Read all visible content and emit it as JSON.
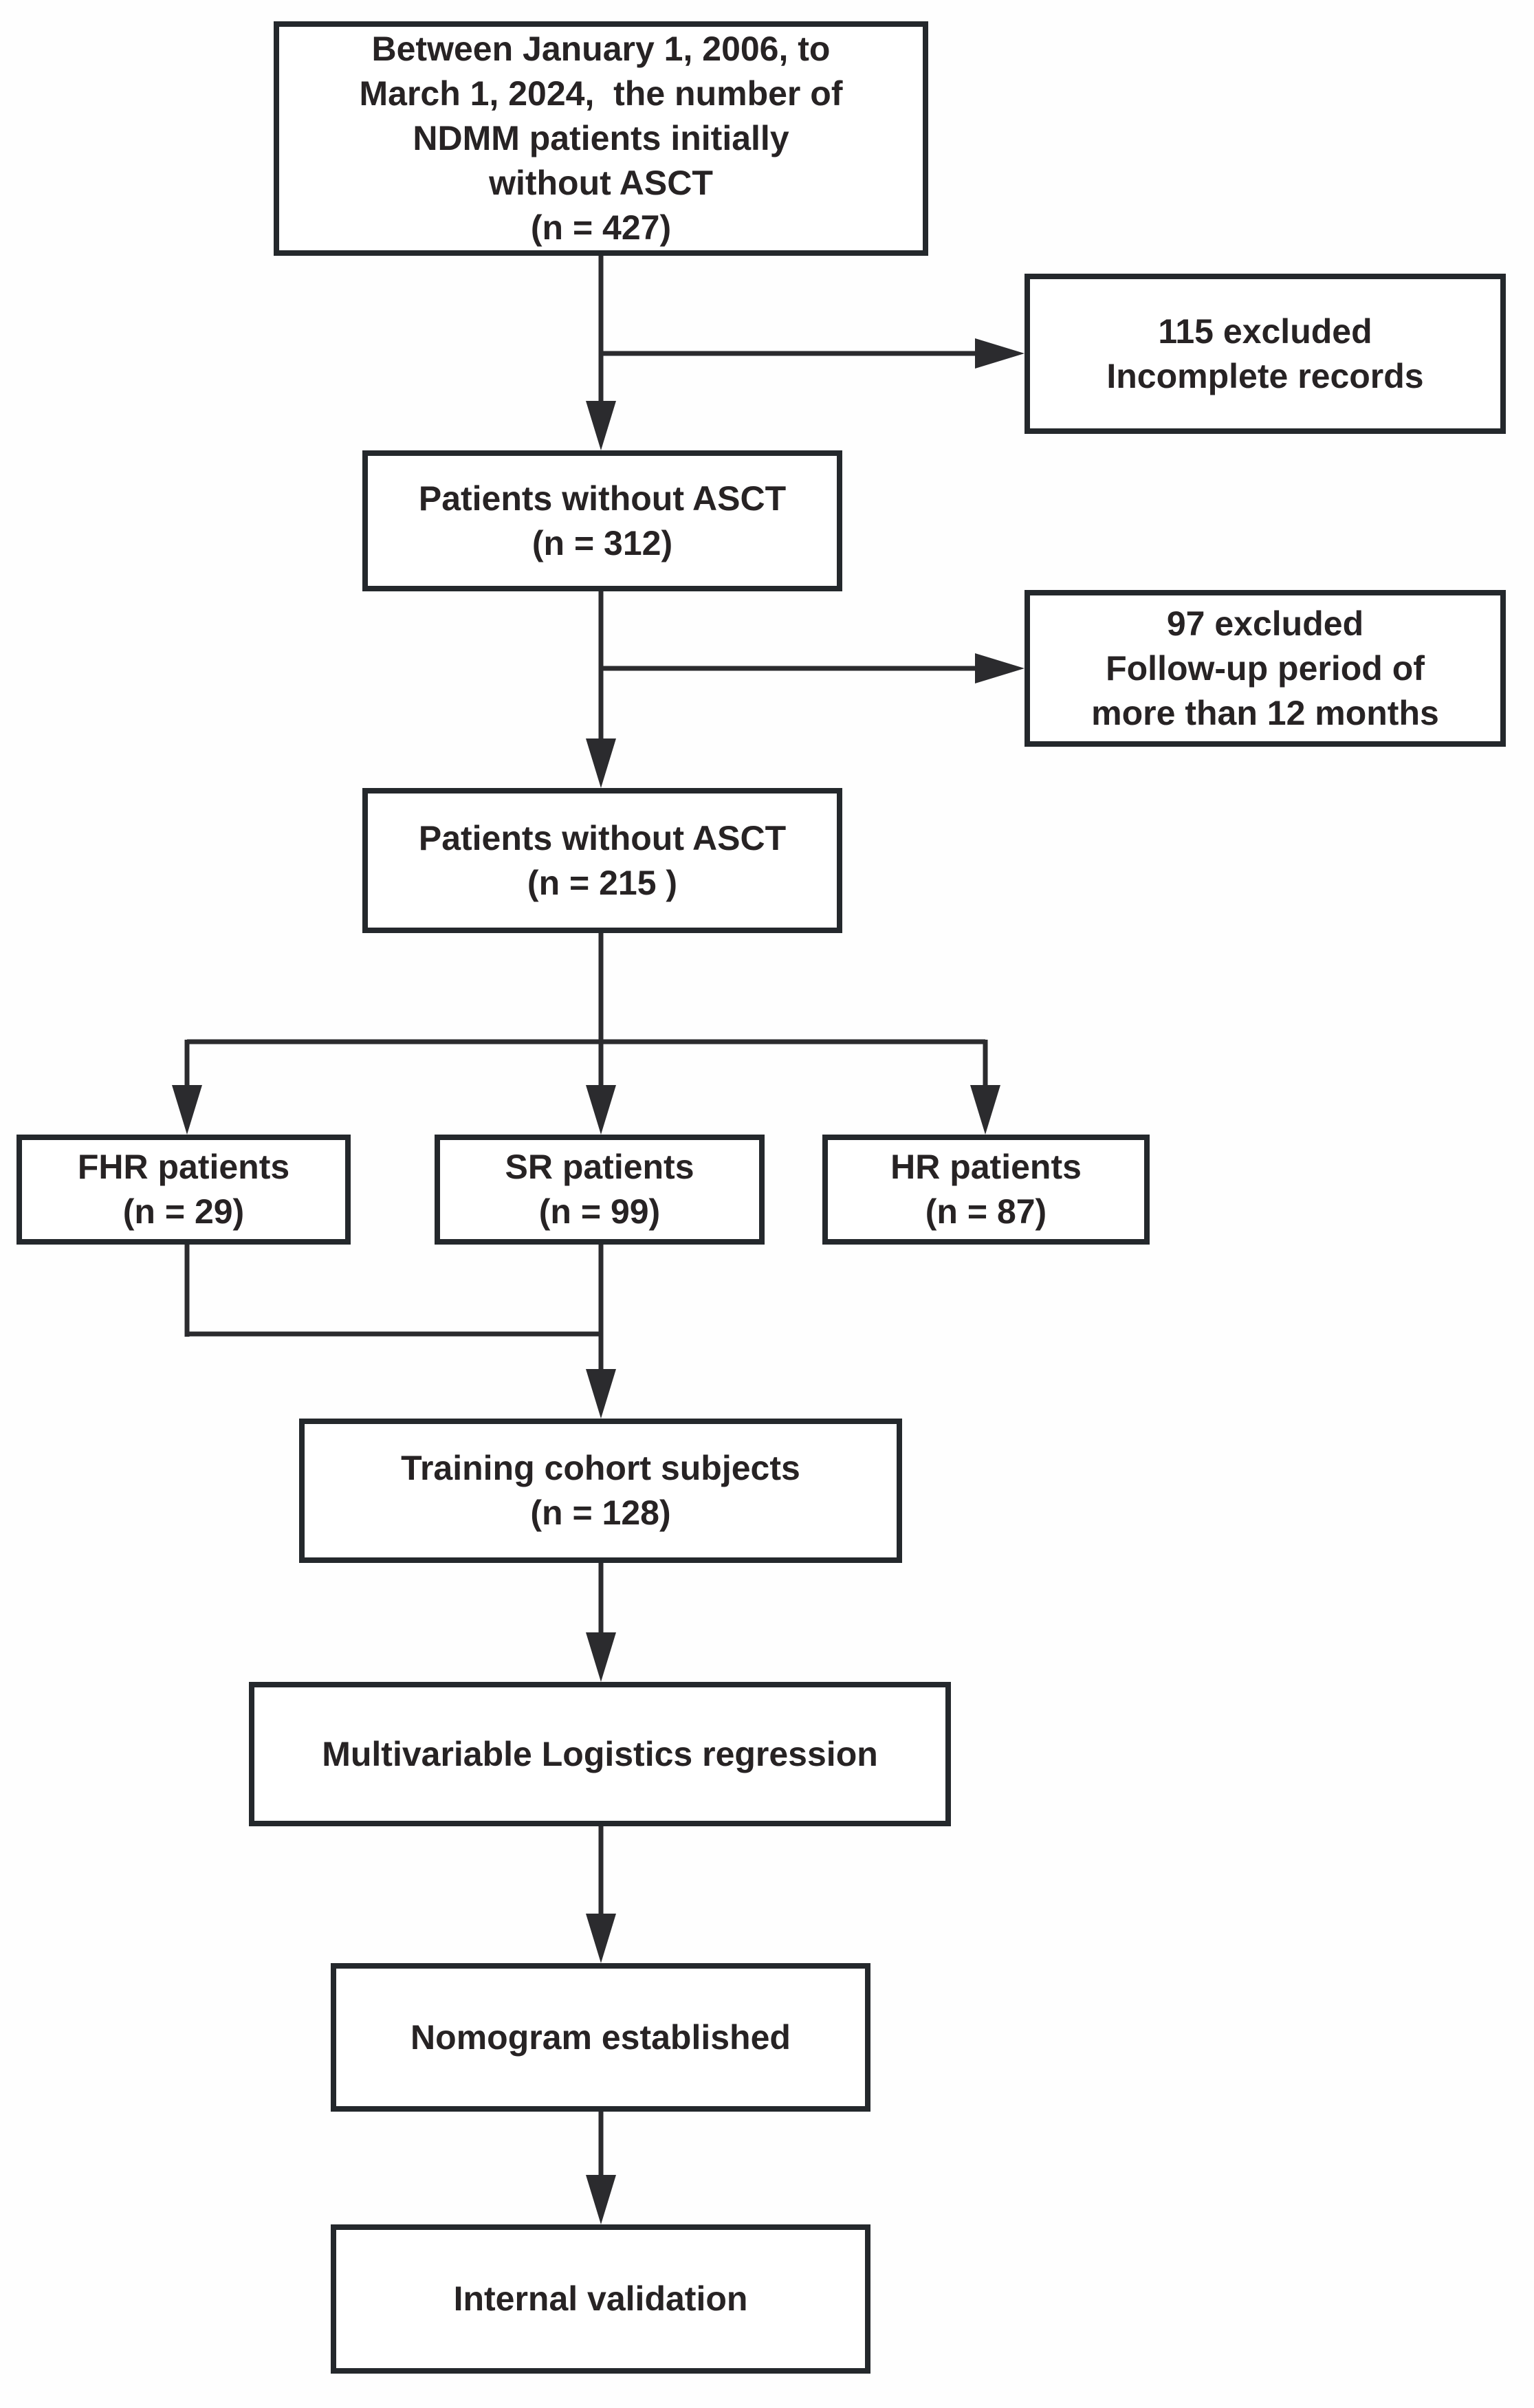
{
  "figure": {
    "type": "patient-flow-diagram",
    "background": "#fefefe",
    "box_fill": "#ffffff",
    "box_border_color": "#24282c",
    "text_color": "#272324",
    "line_color": "#2b2b2e"
  },
  "nodes": {
    "initial": {
      "text": "Between January 1, 2006, to\nMarch 1, 2024,  the number of\nNDMM patients initially\nwithout ASCT\n(n = 427)"
    },
    "excluded_incomplete": {
      "text": "115 excluded\nIncomplete records"
    },
    "without_asct_312": {
      "text": "Patients without ASCT\n(n = 312)"
    },
    "excluded_followup": {
      "text": "97 excluded\nFollow-up period of\nmore than 12 months"
    },
    "without_asct_215": {
      "text": "Patients without ASCT\n(n = 215 )"
    },
    "fhr": {
      "text": "FHR patients\n(n = 29)"
    },
    "sr": {
      "text": "SR patients\n(n = 99)"
    },
    "hr": {
      "text": "HR patients\n(n = 87)"
    },
    "training": {
      "text": "Training cohort subjects\n(n = 128)"
    },
    "regression": {
      "text": "Multivariable Logistics regression"
    },
    "nomogram": {
      "text": "Nomogram established"
    },
    "validation": {
      "text": "Internal validation"
    }
  }
}
